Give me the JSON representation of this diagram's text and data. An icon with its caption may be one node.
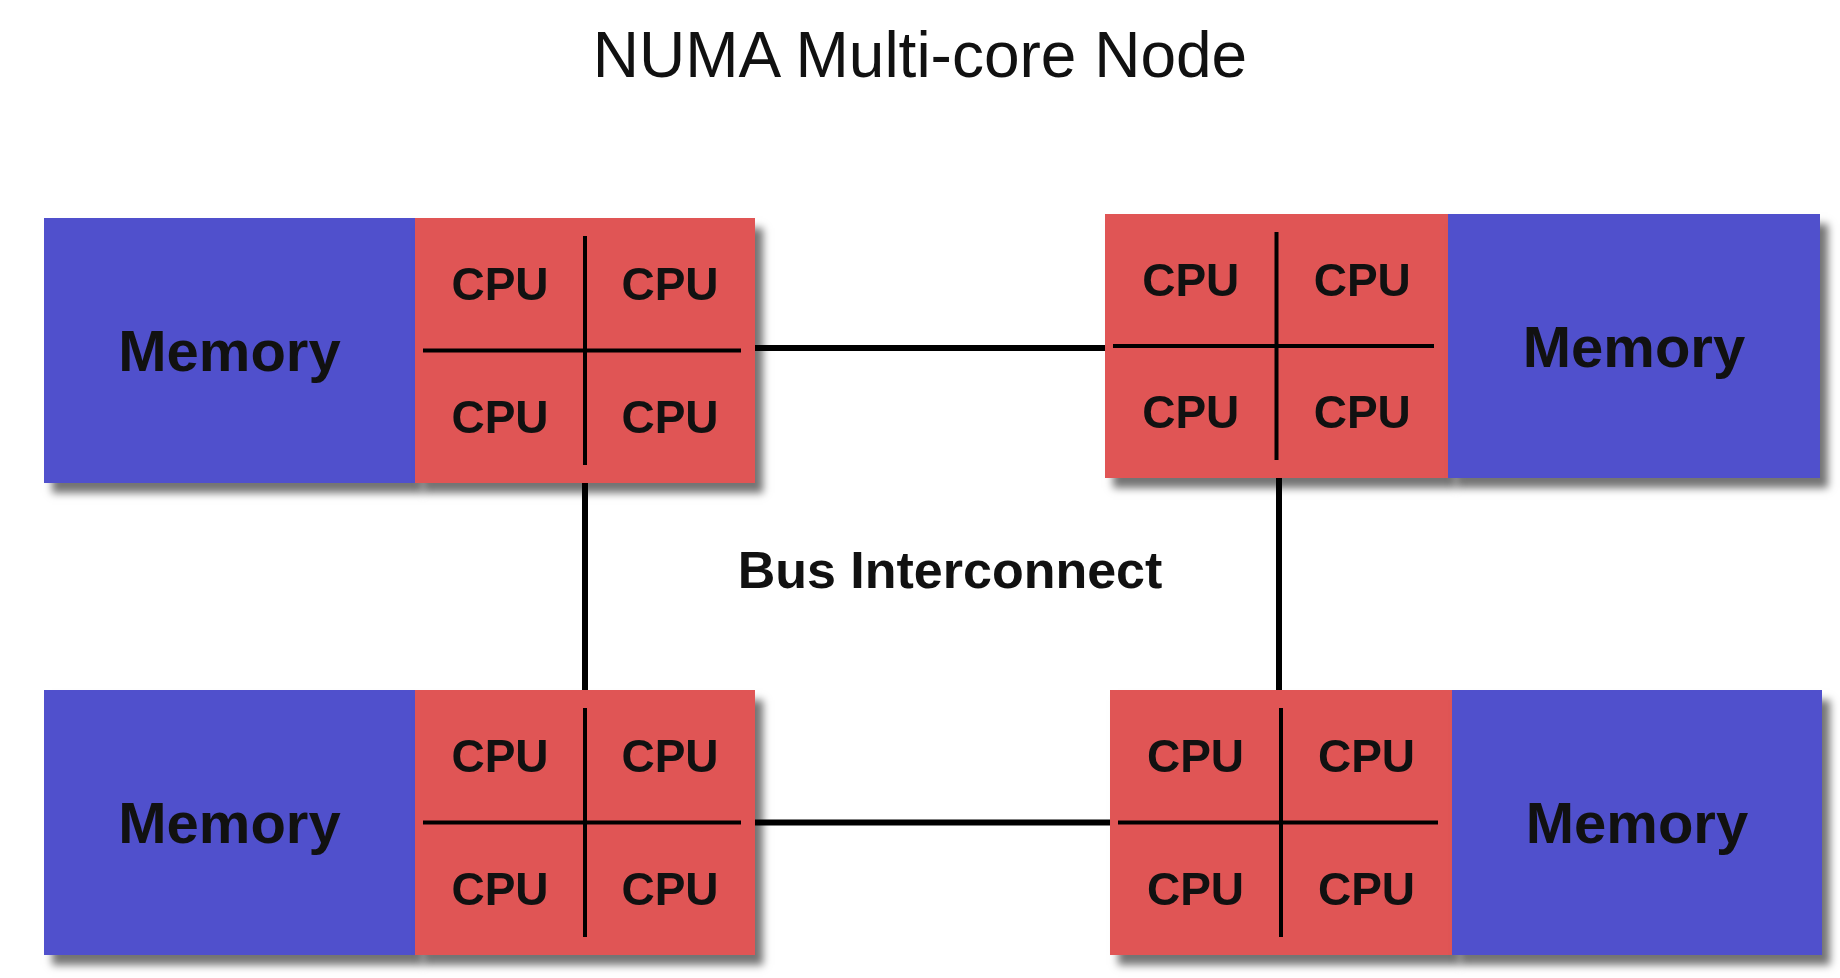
{
  "diagram": {
    "title": "NUMA Multi-core Node",
    "nodes": [
      {
        "text": [
          "Memory"
        ]
      },
      {
        "text": [],
        "shape": "box"
      },
      {
        "text": [
          "CPU"
        ],
        "in": 1
      },
      {
        "text": [
          "CPU"
        ],
        "in": 1
      },
      {
        "text": [
          "CPU"
        ],
        "in": 1
      },
      {
        "text": [
          "CPU"
        ],
        "in": 1
      },
      {
        "text": [],
        "shape": "box"
      },
      {
        "text": [
          "CPU"
        ],
        "in": 6
      },
      {
        "text": [
          "CPU"
        ],
        "in": 6
      },
      {
        "text": [
          "CPU"
        ],
        "in": 6
      },
      {
        "text": [
          "CPU"
        ],
        "in": 6
      },
      {
        "text": [
          "Memory"
        ]
      },
      {
        "text": [
          "Memory"
        ]
      },
      {
        "text": [],
        "shape": "box"
      },
      {
        "text": [
          "CPU"
        ],
        "in": 13
      },
      {
        "text": [
          "CPU"
        ],
        "in": 13
      },
      {
        "text": [
          "CPU"
        ],
        "in": 13
      },
      {
        "text": [
          "CPU"
        ],
        "in": 13
      },
      {
        "text": [],
        "shape": "box"
      },
      {
        "text": [
          "CPU"
        ],
        "in": 18
      },
      {
        "text": [
          "CPU"
        ],
        "in": 18
      },
      {
        "text": [
          "CPU"
        ],
        "in": 18
      },
      {
        "text": [
          "CPU"
        ],
        "in": 18
      },
      {
        "text": [
          "Memory"
        ]
      }
    ],
    "edges": [
      {
        "from": 1,
        "to": 6,
        "arrow": "none"
      },
      {
        "from": 1,
        "to": 13,
        "arrow": "none"
      },
      {
        "from": 6,
        "to": 18,
        "arrow": "none"
      },
      {
        "from": 13,
        "to": 18,
        "arrow": "none"
      }
    ],
    "labels": [
      "Bus Interconnect"
    ]
  }
}
